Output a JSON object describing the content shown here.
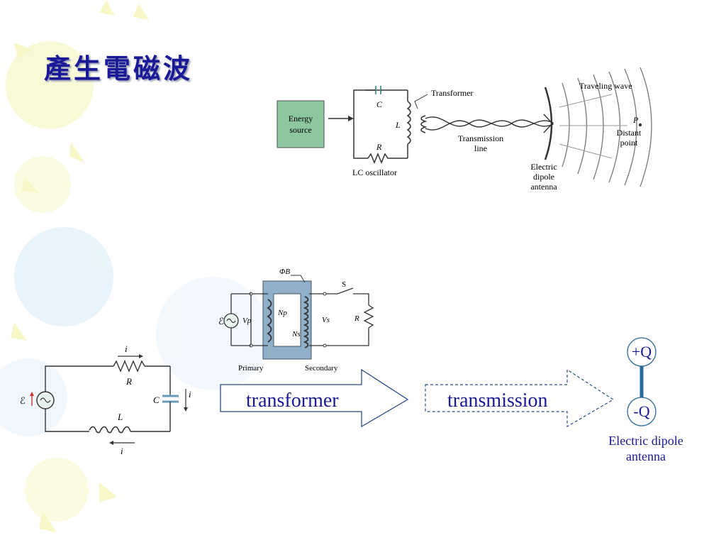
{
  "slide": {
    "title": "產生電磁波"
  },
  "top_diagram": {
    "energy_source": [
      "Energy",
      "source"
    ],
    "capacitor_label": "C",
    "inductor_label": "L",
    "resistor_label": "R",
    "lc_oscillator": "LC oscillator",
    "transformer": "Transformer",
    "transmission_line": [
      "Transmission",
      "line"
    ],
    "antenna": [
      "Electric",
      "dipole",
      "antenna"
    ],
    "traveling_wave": "Traveling wave",
    "point_label": "P",
    "distant_point": [
      "Distant",
      "point"
    ]
  },
  "transformer_diagram": {
    "flux": "ΦB",
    "switch": "S",
    "emf": "ℰ",
    "vp": "Vp",
    "np": "Np",
    "ns": "Ns",
    "vs": "Vs",
    "r": "R",
    "primary": "Primary",
    "secondary": "Secondary"
  },
  "rlc_diagram": {
    "current_top": "i",
    "resistor": "R",
    "capacitor": "C",
    "current_right": "i",
    "inductor": "L",
    "current_bottom": "i",
    "emf": "ℰ"
  },
  "arrows": {
    "transformer_label": "transformer",
    "transmission_label": "transmission"
  },
  "dipole": {
    "plus": "+Q",
    "minus": "-Q",
    "caption_line1": "Electric dipole",
    "caption_line2": "antenna"
  },
  "colors": {
    "title": "#1a1a99",
    "energy_box": "#8cc7a0",
    "arrow_stroke": "#2a4a8a",
    "dipole_rod": "#2a6a9a",
    "core": "#8fb0c8"
  }
}
